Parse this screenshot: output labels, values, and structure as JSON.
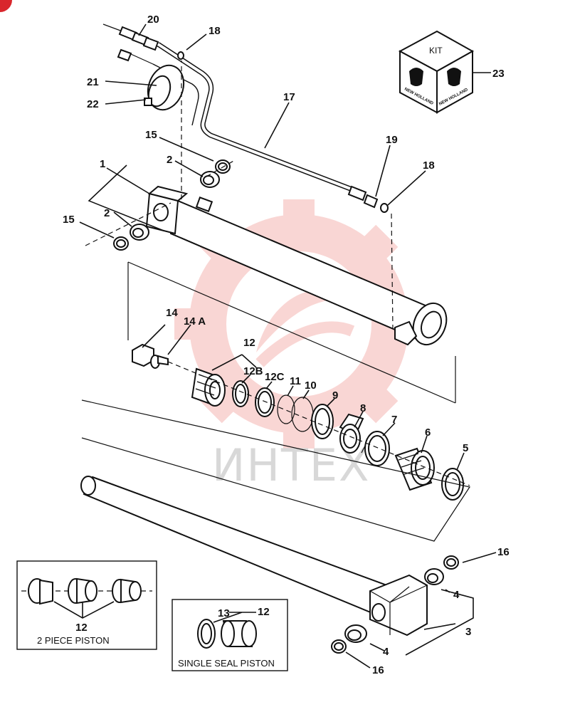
{
  "callouts": {
    "n1": "1",
    "n2a": "2",
    "n2b": "2",
    "n3": "3",
    "n4a": "4",
    "n4b": "4",
    "n5": "5",
    "n6": "6",
    "n7": "7",
    "n8": "8",
    "n9": "9",
    "n10": "10",
    "n11": "11",
    "n12": "12",
    "n12b": "12B",
    "n12c": "12C",
    "n13": "13",
    "n12s": "12",
    "n12p": "12",
    "n14": "14",
    "n14a": "14 A",
    "n15a": "15",
    "n15b": "15",
    "n16a": "16",
    "n16b": "16",
    "n17": "17",
    "n18a": "18",
    "n18b": "18",
    "n19": "19",
    "n20": "20",
    "n21": "21",
    "n22": "22",
    "n23": "23"
  },
  "kit_box": {
    "label": "KIT",
    "brand_left": "NEW HOLLAND",
    "brand_right": "NEW HOLLAND"
  },
  "insets": {
    "two_piece": "2 PIECE PISTON",
    "single_seal": "SINGLE SEAL PISTON"
  },
  "watermark": {
    "text": "ИНТЕХ",
    "color": "#e8413c"
  },
  "badge_color": "#d9262c"
}
